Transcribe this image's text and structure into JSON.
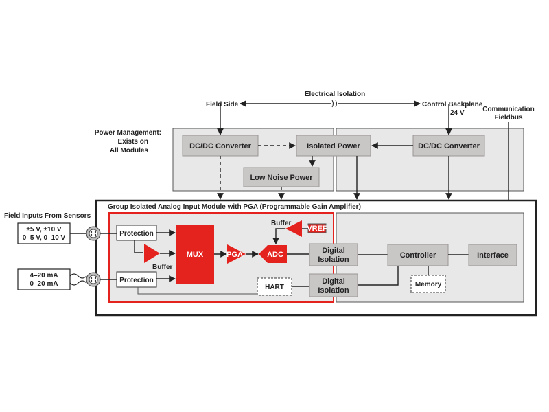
{
  "isolation": {
    "title": "Electrical Isolation",
    "field_side": "Field Side",
    "control_backplane": "Control Backplane",
    "voltage": "24 V"
  },
  "communication": {
    "line1": "Communication",
    "line2": "Fieldbus"
  },
  "power_management": {
    "line1": "Power Management:",
    "line2": "Exists on",
    "line3": "All Modules"
  },
  "boxes": {
    "dcdc_left": "DC/DC Converter",
    "isolated_power": "Isolated Power",
    "dcdc_right": "DC/DC Converter",
    "low_noise": "Low Noise Power",
    "protection_top": "Protection",
    "protection_bottom": "Protection",
    "mux": "MUX",
    "pga": "PGA",
    "adc": "ADC",
    "vref": "VREF",
    "buffer_vref": "Buffer",
    "buffer_input": "Buffer",
    "digital_isolation_top_1": "Digital",
    "digital_isolation_top_2": "Isolation",
    "digital_isolation_bottom_1": "Digital",
    "digital_isolation_bottom_2": "Isolation",
    "hart": "HART",
    "controller": "Controller",
    "memory": "Memory",
    "interface": "Interface"
  },
  "module_title": "Group Isolated Analog Input Module with PGA (Programmable Gain Amplifier)",
  "field_inputs": {
    "title": "Field Inputs From Sensors",
    "voltage_1": "±5 V, ±10 V",
    "voltage_2": "0–5 V, 0–10 V",
    "current_1": "4–20 mA",
    "current_2": "0–20 mA"
  },
  "colors": {
    "red": "#e4231f",
    "grey": "#c9c6c6",
    "panel": "#e9e8e8"
  }
}
